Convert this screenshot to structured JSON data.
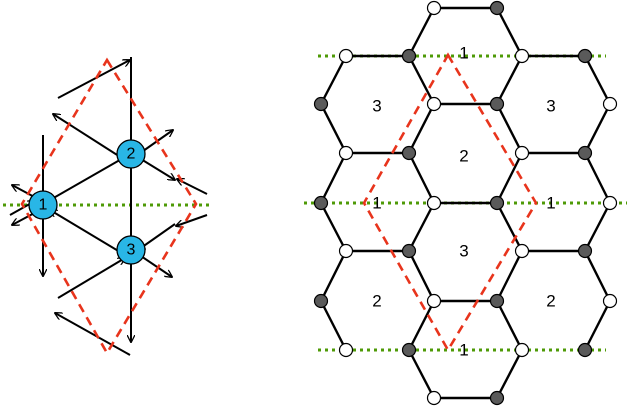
{
  "left_panel": {
    "nodes": [
      {
        "id": "node-1",
        "label": "1"
      },
      {
        "id": "node-2",
        "label": "2"
      },
      {
        "id": "node-3",
        "label": "3"
      }
    ]
  },
  "right_panel": {
    "cell_labels": [
      {
        "id": "cell-top-1",
        "label": "1"
      },
      {
        "id": "cell-upper-left-3",
        "label": "3"
      },
      {
        "id": "cell-upper-right-3",
        "label": "3"
      },
      {
        "id": "cell-center-2",
        "label": "2"
      },
      {
        "id": "cell-mid-left-1",
        "label": "1"
      },
      {
        "id": "cell-mid-right-1",
        "label": "1"
      },
      {
        "id": "cell-center-3",
        "label": "3"
      },
      {
        "id": "cell-lower-left-2",
        "label": "2"
      },
      {
        "id": "cell-lower-right-2",
        "label": "2"
      },
      {
        "id": "cell-bottom-1",
        "label": "1"
      }
    ]
  },
  "colors": {
    "node_fill": "#29b6e6",
    "unit_cell": "#e8341c",
    "dotted_line": "#4e9a06",
    "vertex_dark": "#5a5a5a",
    "vertex_light": "#ffffff",
    "edge": "#000000"
  }
}
